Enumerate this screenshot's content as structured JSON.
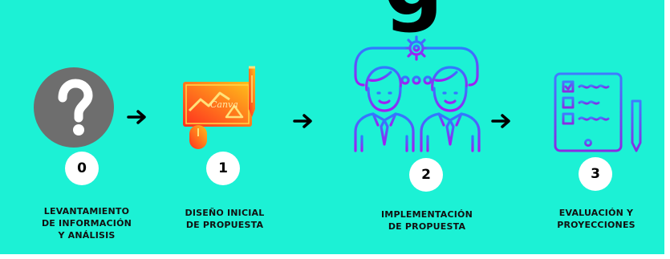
{
  "header": {
    "title_fragment": "g"
  },
  "steps": [
    {
      "number": "0",
      "label_lines": [
        "LEVANTAMIENTO",
        "DE INFORMACIÓN",
        "Y ANÁLISIS"
      ],
      "icon": "question-mark-icon"
    },
    {
      "number": "1",
      "label_lines": [
        "DISEÑO INICIAL",
        "DE PROPUESTA"
      ],
      "icon": "design-canvas-icon",
      "icon_text": "Canva"
    },
    {
      "number": "2",
      "label_lines": [
        "IMPLEMENTACIÓN",
        "DE PROPUESTA"
      ],
      "icon": "team-gear-icon"
    },
    {
      "number": "3",
      "label_lines": [
        "EVALUACIÓN Y",
        "PROYECCIONES"
      ],
      "icon": "tablet-checklist-icon"
    }
  ],
  "arrows": [
    "right-arrow-icon",
    "right-arrow-icon",
    "right-arrow-icon"
  ],
  "colors": {
    "background": "#1CF1D5",
    "question_circle": "#6E6E6E",
    "design_orange": "#FF5A1F",
    "design_yellow": "#FFC21A",
    "team_blue": "#2F7BFF",
    "team_purple": "#A31CF2",
    "tablet_blue": "#4A6CFF",
    "tablet_purple": "#8A2BE2",
    "badge": "#FFFFFF"
  }
}
